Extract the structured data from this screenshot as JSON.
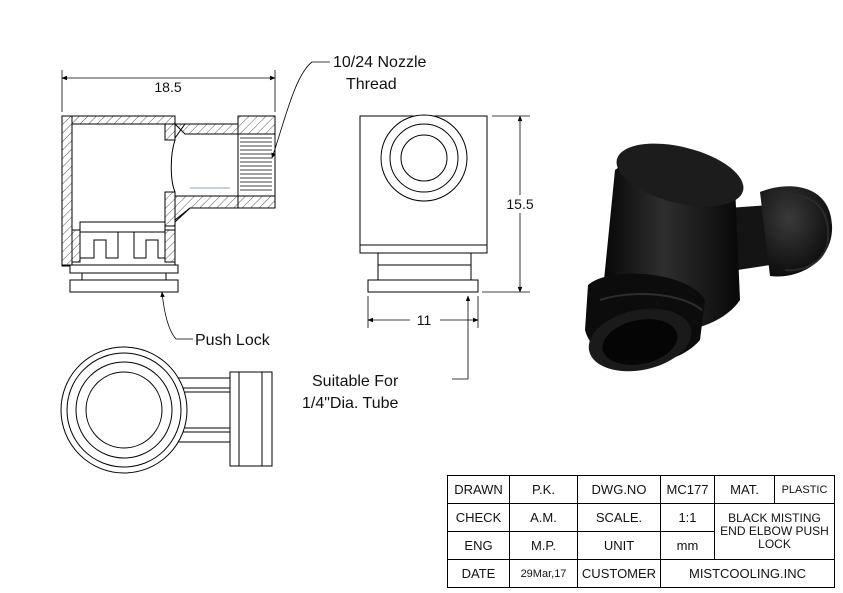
{
  "dimensions": {
    "width": "18.5",
    "height": "15.5",
    "depth": "11"
  },
  "callouts": {
    "nozzle_thread_line1": "10/24 Nozzle",
    "nozzle_thread_line2": "Thread",
    "push_lock": "Push Lock",
    "tube_line1": "Suitable For",
    "tube_line2": "1/4\"Dia. Tube"
  },
  "title_block": {
    "drawn_label": "DRAWN",
    "drawn_value": "P.K.",
    "dwg_no_label": "DWG.NO",
    "dwg_no_value": "MC177",
    "mat_label": "MAT.",
    "mat_value": "PLASTIC",
    "check_label": "CHECK",
    "check_value": "A.M.",
    "scale_label": "SCALE.",
    "scale_value": "1:1",
    "description": "BLACK MISTING END ELBOW PUSH LOCK",
    "eng_label": "ENG",
    "eng_value": "M.P.",
    "unit_label": "UNIT",
    "unit_value": "mm",
    "date_label": "DATE",
    "date_value": "29Mar,17",
    "customer_label": "CUSTOMER",
    "customer_value": "MISTCOOLING.INC"
  },
  "colors": {
    "line": "#000000",
    "hatch": "#555555",
    "part_dark": "#111111",
    "part_highlight": "#3a3a3a"
  }
}
